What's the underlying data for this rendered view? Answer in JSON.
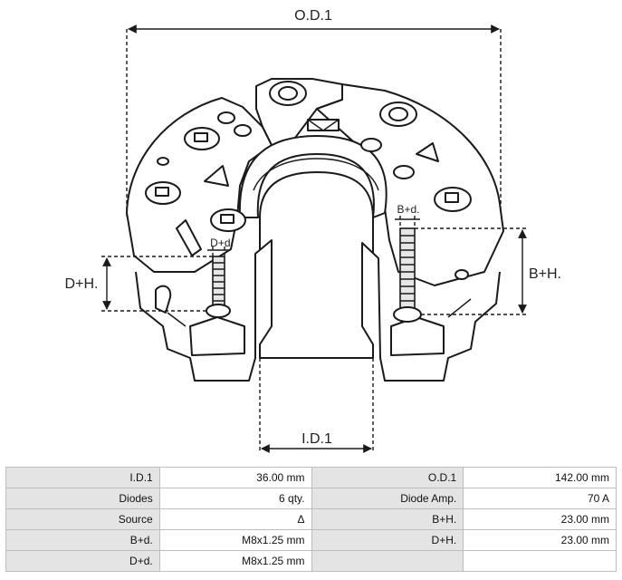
{
  "diagram": {
    "labels": {
      "od": "O.D.1",
      "id": "I.D.1",
      "dh": "D+H.",
      "bh": "B+H.",
      "dd": "D+d.",
      "bd": "B+d."
    }
  },
  "specs": {
    "rows": [
      [
        {
          "k": "I.D.1",
          "v": "36.00 mm"
        },
        {
          "k": "O.D.1",
          "v": "142.00 mm"
        }
      ],
      [
        {
          "k": "Diodes",
          "v": "6 qty."
        },
        {
          "k": "Diode Amp.",
          "v": "70 A"
        }
      ],
      [
        {
          "k": "Source",
          "v": "Δ"
        },
        {
          "k": "B+H.",
          "v": "23.00 mm"
        }
      ],
      [
        {
          "k": "B+d.",
          "v": "M8x1.25 mm"
        },
        {
          "k": "D+H.",
          "v": "23.00 mm"
        }
      ],
      [
        {
          "k": "D+d.",
          "v": "M8x1.25 mm"
        },
        {
          "k": "",
          "v": ""
        }
      ]
    ]
  }
}
